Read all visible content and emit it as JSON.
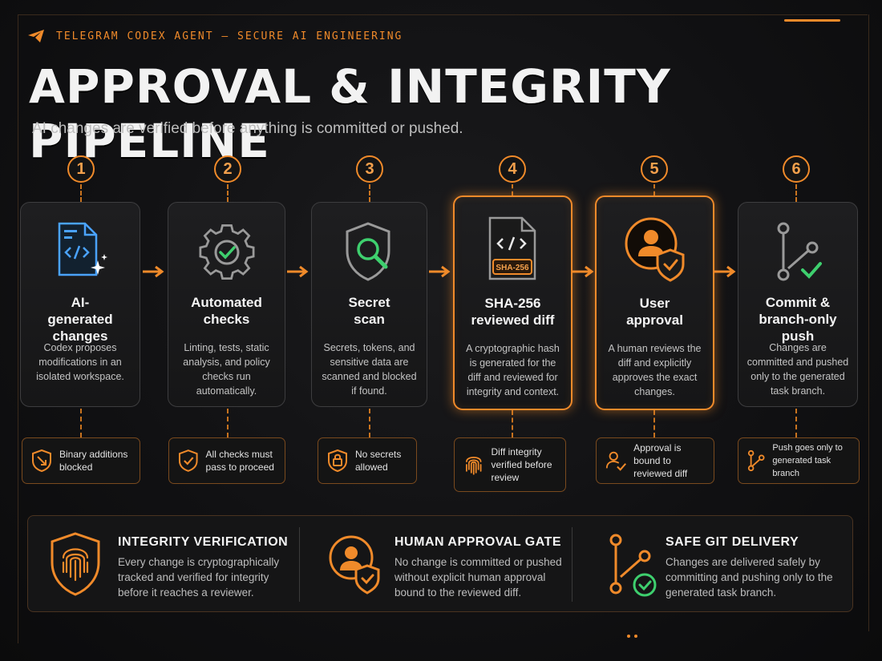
{
  "header": {
    "brand": "TELEGRAM CODEX AGENT — SECURE AI ENGINEERING",
    "title": "APPROVAL & INTEGRITY PIPELINE",
    "subtitle": "AI changes are verified before anything is committed or pushed."
  },
  "steps": [
    {
      "number": "1",
      "title": "AI-generated changes",
      "description": "Codex proposes modifications in an isolated workspace.",
      "badge": "Binary additions blocked",
      "icon": "code-file-sparkle-icon",
      "badge_icon": "shield-blocked-icon"
    },
    {
      "number": "2",
      "title": "Automated checks",
      "description": "Linting, tests, static analysis, and policy checks run automatically.",
      "badge": "All checks must pass to proceed",
      "icon": "gear-check-icon",
      "badge_icon": "shield-check-icon"
    },
    {
      "number": "3",
      "title": "Secret scan",
      "description": "Secrets, tokens, and sensitive data are scanned and blocked if found.",
      "badge": "No secrets allowed",
      "icon": "shield-search-icon",
      "badge_icon": "shield-lock-icon"
    },
    {
      "number": "4",
      "title": "SHA-256 reviewed diff",
      "description": "A cryptographic hash is generated for the diff and reviewed for integrity and context.",
      "badge": "Diff integrity verified before review",
      "icon": "hash-file-icon",
      "badge_icon": "fingerprint-icon",
      "file_label": "SHA-256"
    },
    {
      "number": "5",
      "title": "User approval",
      "description": "A human reviews the diff and explicitly approves the exact changes.",
      "badge": "Approval is bound to reviewed diff",
      "icon": "user-shield-icon",
      "badge_icon": "user-check-icon"
    },
    {
      "number": "6",
      "title": "Commit & branch-only push",
      "description": "Changes are committed and pushed only to the generated task branch.",
      "badge": "Push goes only to generated task branch",
      "icon": "git-branch-check-icon",
      "badge_icon": "git-branch-icon"
    }
  ],
  "features": [
    {
      "title": "INTEGRITY VERIFICATION",
      "description": "Every change is cryptographically tracked and verified for integrity before it reaches a reviewer.",
      "icon": "fingerprint-shield-icon"
    },
    {
      "title": "HUMAN APPROVAL GATE",
      "description": "No change is committed or pushed without explicit human approval bound to the reviewed diff.",
      "icon": "user-shield-icon"
    },
    {
      "title": "SAFE GIT DELIVERY",
      "description": "Changes are delivered safely by committing and pushing only to the generated task branch.",
      "icon": "git-branch-check-icon"
    }
  ],
  "colors": {
    "accent": "#f08a2a",
    "code_blue": "#4aa3ff",
    "check_green": "#3ecf6e",
    "background": "#111113"
  }
}
